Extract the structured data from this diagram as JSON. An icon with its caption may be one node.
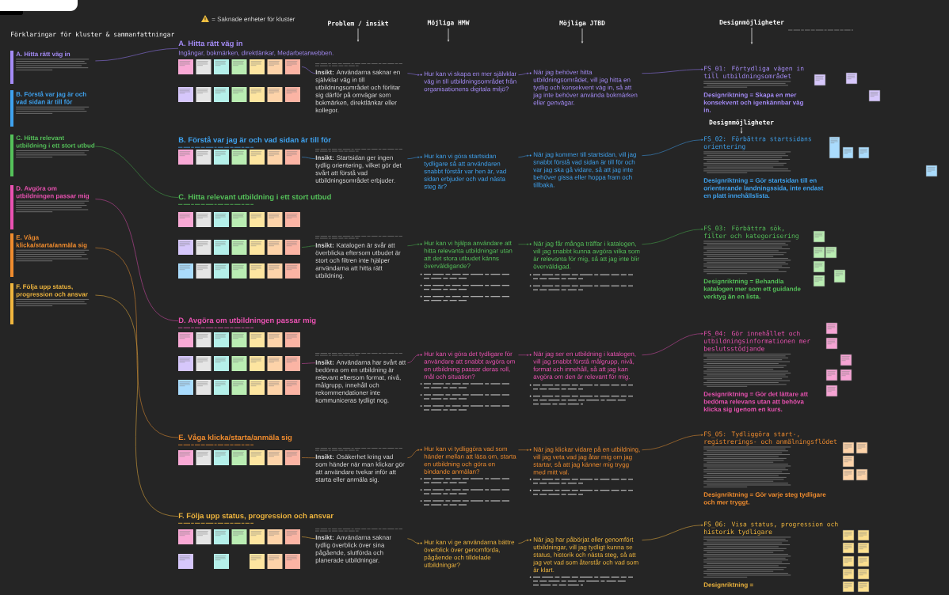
{
  "diagram": {
    "nodes": [
      {
        "text": [
          "A. Hitta rätt väg in"
        ]
      },
      {
        "text": [
          "B. Förstå var jag är och vad sidan är till för"
        ]
      },
      {
        "text": [
          "C. Hitta relevant utbildning i ett stort utbud"
        ]
      },
      {
        "text": [
          "D. Avgöra om utbildningen passar mig"
        ]
      },
      {
        "text": [
          "E. Våga klicka/starta/anmäla sig"
        ]
      },
      {
        "text": [
          "F. Följa upp status, progression och ansvar"
        ]
      },
      {
        "text": [
          "A. Hitta rätt väg in",
          "Ingångar, bokmärken, direktlänkar, Medarbetarwebben."
        ]
      },
      {
        "text": [
          "**Insikt:** Användarna saknar en självklar väg in till utbildningsområdet och förlitar sig därför på omvägar som bokmärken, direktlänkar eller kollegor."
        ]
      },
      {
        "text": [
          "Hur kan vi skapa en mer självklar väg in till utbildningsområdet från organisationens digitala miljö?"
        ]
      },
      {
        "text": [
          "När jag behöver hitta utbildningsområdet, vill jag hitta en tydlig och konsekvent väg in, så att jag inte behöver använda bokmärken eller genvägar."
        ]
      },
      {
        "text": [
          "FS_01: Förtydliga vägen in till utbildningsområdet",
          "Designriktning = Skapa en mer konsekvent och igenkännbar väg in."
        ]
      },
      {
        "text": [
          "B. Förstå var jag är och vad sidan är till för"
        ]
      },
      {
        "text": [
          "**Insikt:** Startsidan ger ingen tydlig orientering, vilket gör det svårt att förstå vad utbildningsområdet erbjuder."
        ]
      },
      {
        "text": [
          "Hur kan vi göra startsidan tydligare så att användaren snabbt förstår var hen är, vad sidan erbjuder och vad nästa steg är?"
        ]
      },
      {
        "text": [
          "När jag kommer till startsidan, vill jag snabbt förstå vad sidan är till för och var jag ska gå vidare, så att jag inte behöver gissa eller hoppa fram och tillbaka."
        ]
      },
      {
        "text": [
          "FS_02: Förbättra startsidans orientering",
          "Designriktning = Gör startsidan till en orienterande landningssida, inte endast en platt innehållslista."
        ]
      },
      {
        "text": [
          "C. Hitta relevant utbildning i ett stort utbud"
        ]
      },
      {
        "text": [
          "**Insikt:** Katalogen är svår att överblicka eftersom utbudet är stort och filtren inte hjälper användarna att hitta rätt utbildning."
        ]
      },
      {
        "text": [
          "Hur kan vi hjälpa användare att hitta relevanta utbildningar utan att det stora utbudet känns överväldigande?"
        ]
      },
      {
        "text": [
          "När jag får många träffar i katalogen, vill jag snabbt kunna avgöra vilka som är relevanta för mig, så att jag inte blir överväldigad."
        ]
      },
      {
        "text": [
          "FS_03: Förbättra sök, filter och kategorisering",
          "Designriktning = Behandla katalogen mer som ett guidande verktyg än en lista."
        ]
      },
      {
        "text": [
          "D. Avgöra om utbildningen passar mig"
        ]
      },
      {
        "text": [
          "**Insikt:** Användarna har svårt att bedöma om en utbildning är relevant eftersom format, nivå, målgrupp, innehåll och rekommendationer inte kommuniceras tydligt nog."
        ]
      },
      {
        "text": [
          "Hur kan vi göra det tydligare för användare att snabbt avgöra om en utbildning passar deras roll, mål och situation?"
        ]
      },
      {
        "text": [
          "När jag ser en utbildning i katalogen, vill jag snabbt förstå målgrupp, nivå, format och innehåll, så att jag kan avgöra om den är relevant för mig."
        ]
      },
      {
        "text": [
          "FS_04: Gör innehållet och utbildningsinformationen mer beslutsstödjande",
          "Designriktning = Gör det lättare att bedöma relevans utan att behöva klicka sig igenom en kurs."
        ]
      },
      {
        "text": [
          "E. Våga klicka/starta/anmäla sig"
        ]
      },
      {
        "text": [
          "**Insikt:** Osäkerhet kring vad som händer när man klickar gör att användare tvekar inför att starta eller anmäla sig."
        ]
      },
      {
        "text": [
          "Hur kan vi tydliggöra vad som händer mellan att läsa om, starta en utbildning och göra en bindande anmälan?"
        ]
      },
      {
        "text": [
          "När jag klickar vidare på en utbildning, vill jag veta vad jag åtar mig om jag startar, så att jag känner mig trygg med mitt val."
        ]
      },
      {
        "text": [
          "FS_05: Tydliggöra start-, registrerings- och anmälningsflödet",
          "Designriktning = Gör varje steg tydligare och mer tryggt."
        ]
      },
      {
        "text": [
          "F. Följa upp status, progression och ansvar"
        ]
      },
      {
        "text": [
          "**Insikt:** Användarna saknar tydlig överblick över sina pågående, slutförda och planerade utbildningar."
        ]
      },
      {
        "text": [
          "Hur kan vi ge användarna bättre överblick över genomförda, pågående och tilldelade utbildningar?"
        ]
      },
      {
        "text": [
          "När jag har påbörjat eller genomfört utbildningar, vill jag tydligt kunna se status, historik och nästa steg, så att jag vet vad som återstår och vad som är klart."
        ]
      },
      {
        "text": [
          "FS_06: Visa status, progression och historik tydligare",
          "Designriktning ="
        ]
      }
    ],
    "edges": [
      {
        "from": 0,
        "to": 6,
        "arrow": "none",
        "color": "#8a70e0"
      },
      {
        "from": 6,
        "to": 7,
        "arrow": "none",
        "color": "#8a70e0"
      },
      {
        "from": 7,
        "to": 8,
        "arrow": "to",
        "color": "#8a70e0"
      },
      {
        "from": 8,
        "to": 9,
        "arrow": "to",
        "color": "#8a70e0"
      },
      {
        "from": 9,
        "to": 10,
        "arrow": "to",
        "color": "#8a70e0"
      },
      {
        "from": 11,
        "to": 12,
        "arrow": "none",
        "color": "#3b8fd4"
      },
      {
        "from": 12,
        "to": 13,
        "arrow": "to",
        "color": "#3b8fd4"
      },
      {
        "from": 13,
        "to": 14,
        "arrow": "to",
        "color": "#3b8fd4"
      },
      {
        "from": 14,
        "to": 15,
        "arrow": "to",
        "color": "#3b8fd4"
      },
      {
        "from": 2,
        "to": 16,
        "arrow": "none",
        "color": "#419c47"
      },
      {
        "from": 16,
        "to": 17,
        "arrow": "none",
        "color": "#419c47"
      },
      {
        "from": 17,
        "to": 18,
        "arrow": "to",
        "color": "#419c47"
      },
      {
        "from": 18,
        "to": 19,
        "arrow": "to",
        "color": "#419c47"
      },
      {
        "from": 19,
        "to": 20,
        "arrow": "to",
        "color": "#419c47"
      },
      {
        "from": 3,
        "to": 21,
        "arrow": "none",
        "color": "#c4479c"
      },
      {
        "from": 21,
        "to": 22,
        "arrow": "none",
        "color": "#c4479c"
      },
      {
        "from": 22,
        "to": 23,
        "arrow": "to",
        "color": "#c4479c"
      },
      {
        "from": 23,
        "to": 24,
        "arrow": "to",
        "color": "#c4479c"
      },
      {
        "from": 24,
        "to": 25,
        "arrow": "to",
        "color": "#c4479c"
      },
      {
        "from": 4,
        "to": 26,
        "arrow": "none",
        "color": "#d2842f"
      },
      {
        "from": 26,
        "to": 27,
        "arrow": "none",
        "color": "#d2842f"
      },
      {
        "from": 27,
        "to": 28,
        "arrow": "to",
        "color": "#d2842f"
      },
      {
        "from": 28,
        "to": 29,
        "arrow": "to",
        "color": "#d2842f"
      },
      {
        "from": 29,
        "to": 30,
        "arrow": "to",
        "color": "#d2842f"
      },
      {
        "from": 5,
        "to": 31,
        "arrow": "none",
        "color": "#d9a23a"
      },
      {
        "from": 31,
        "to": 32,
        "arrow": "none",
        "color": "#d9a23a"
      },
      {
        "from": 32,
        "to": 33,
        "arrow": "to",
        "color": "#d9a23a"
      },
      {
        "from": 33,
        "to": 34,
        "arrow": "to",
        "color": "#d9a23a"
      },
      {
        "from": 34,
        "to": 35,
        "arrow": "to",
        "color": "#d9a23a"
      }
    ],
    "labels": [
      "= Saknade enheter för kluster",
      "Problem / insikt",
      "Möjliga HMW",
      "Möjliga JTBD",
      "Designmöjligheter",
      "Förklaringar för kluster & sammanfattningar",
      "Designmöjligheter"
    ]
  }
}
